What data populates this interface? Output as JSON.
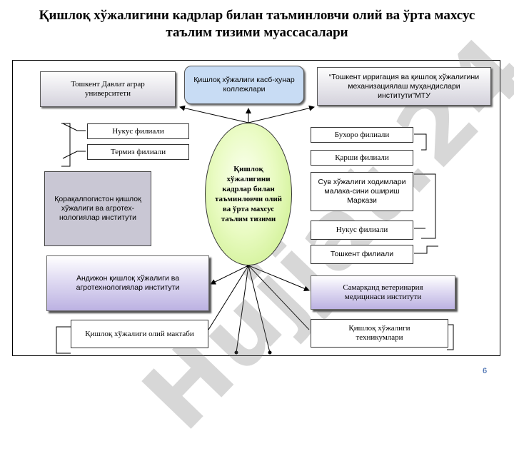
{
  "title": {
    "line1": "Қишлоқ хўжалигини кадрлар билан таъминловчи олий ва ўрта махсус",
    "line2": "таълим тизими муассасалари"
  },
  "center": "Қишлоқ хўжалигини кадрлар билан таъминловчи олий ва ўрта махсус таълим тизими",
  "callouts": {
    "tashkent_agrar": "Тошкент Давлат аграр университети",
    "kollej": "Қишлоқ хўжалиги касб-ҳунар коллежлари",
    "irrigatsiya": "“Тошкент ирригация ва қишлоқ хўжалигини механизациялаш муҳандислари институти”МТУ"
  },
  "left": {
    "nukus": "Нукус филиали",
    "termiz": "Термиз филиали",
    "qoraqalpoq": "Қорақалпогистон қишлоқ хўжалиги ва агротех-нологиялар институти",
    "andijon": "Андижон қишлоқ хўжалиги ва агротехнологиялар институти",
    "maktab": "Қишлоқ хўжалиги олий мактаби"
  },
  "right": {
    "buxoro": "Бухоро филиали",
    "qarshi": "Қарши филиали",
    "suv": "Сув хўжалиги ходимлари малака-сини ошириш Маркази",
    "nukus2": "Нукус филиали",
    "toshkent": "Тошкент филиали",
    "samarqand": "Самарқанд ветеринария медицинаси институти",
    "texnikum": "Қишлоқ хўжалиги техникумлари"
  },
  "watermark": "Hujjat.24",
  "page_number": "6",
  "colors": {
    "purple_box": "#bcb2e2",
    "center_fill": "#c6ec82",
    "callout_blue": "#c8dcf4",
    "page_number": "#1f4e9e"
  }
}
